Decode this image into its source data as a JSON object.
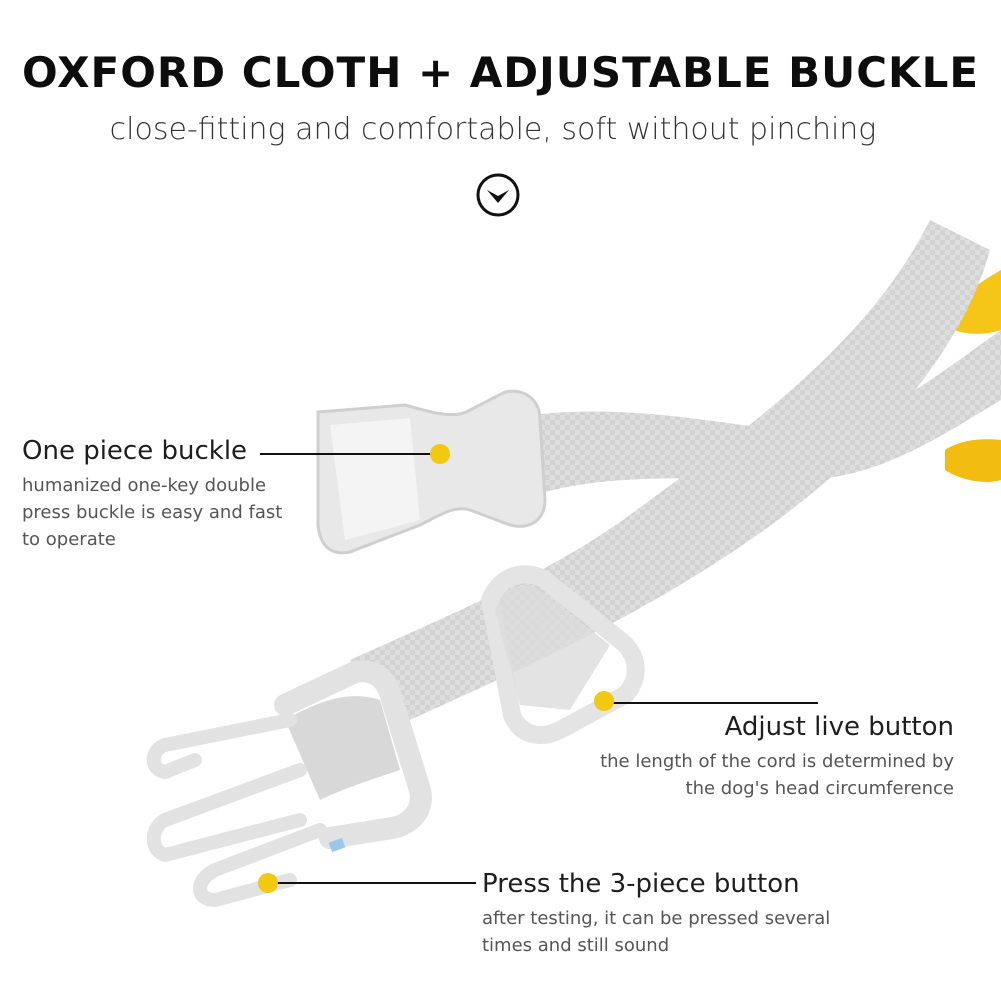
{
  "header": {
    "title": "OXFORD CLOTH + ADJUSTABLE BUCKLE",
    "subtitle": "close-fitting and comfortable, soft without pinching"
  },
  "icons": {
    "scroll_down": "chevron-down-circle-icon"
  },
  "colors": {
    "strap": "#dcdcdc",
    "buckle": "#e6e6e6",
    "marker": "#f2c811",
    "accent_yellow": "#f5c518",
    "leader_line": "#111111"
  },
  "callouts": {
    "buckle": {
      "title": "One piece buckle",
      "text": "humanized one-key double press buckle is easy and fast to operate"
    },
    "adjuster": {
      "title": "Adjust live button",
      "text": "the length of the cord is determined by the dog's head circumference"
    },
    "clip": {
      "title": "Press the 3-piece button",
      "text": "after testing, it can be pressed several times and still sound"
    }
  }
}
